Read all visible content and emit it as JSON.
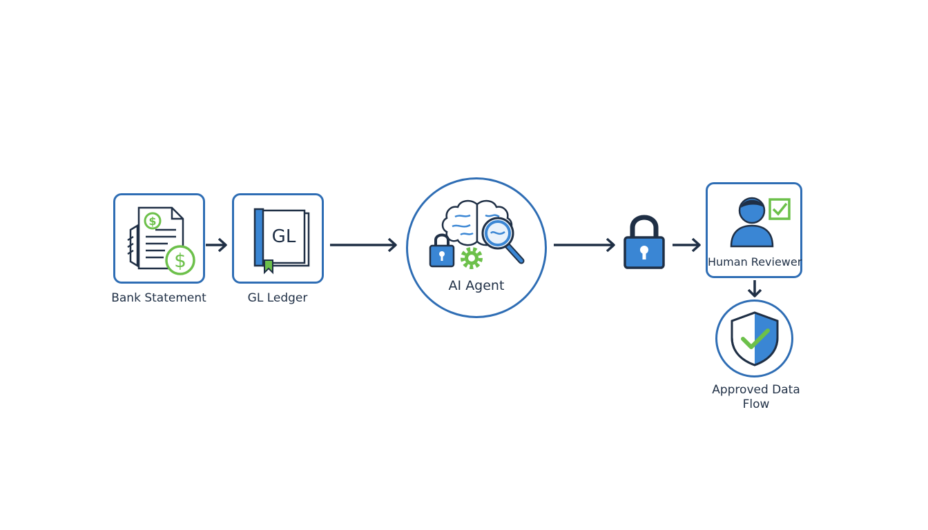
{
  "diagram": {
    "nodes": {
      "bank_statement": {
        "label": "Bank Statement"
      },
      "gl_ledger": {
        "label": "GL Ledger",
        "icon_text": "GL"
      },
      "ai_agent": {
        "label": "AI Agent"
      },
      "secure_lock": {
        "label": ""
      },
      "human_reviewer": {
        "label": "Human Reviewer"
      },
      "approved_data_flow": {
        "label": "Approved Data Flow"
      }
    },
    "edges": [
      {
        "from": "bank_statement",
        "to": "gl_ledger"
      },
      {
        "from": "gl_ledger",
        "to": "ai_agent"
      },
      {
        "from": "ai_agent",
        "to": "secure_lock"
      },
      {
        "from": "secure_lock",
        "to": "human_reviewer"
      },
      {
        "from": "human_reviewer",
        "to": "approved_data_flow"
      }
    ],
    "colors": {
      "primary_blue": "#2e6db4",
      "icon_blue": "#3a86d4",
      "accent_green": "#6cc04a",
      "dark_navy": "#1f2f45"
    }
  }
}
